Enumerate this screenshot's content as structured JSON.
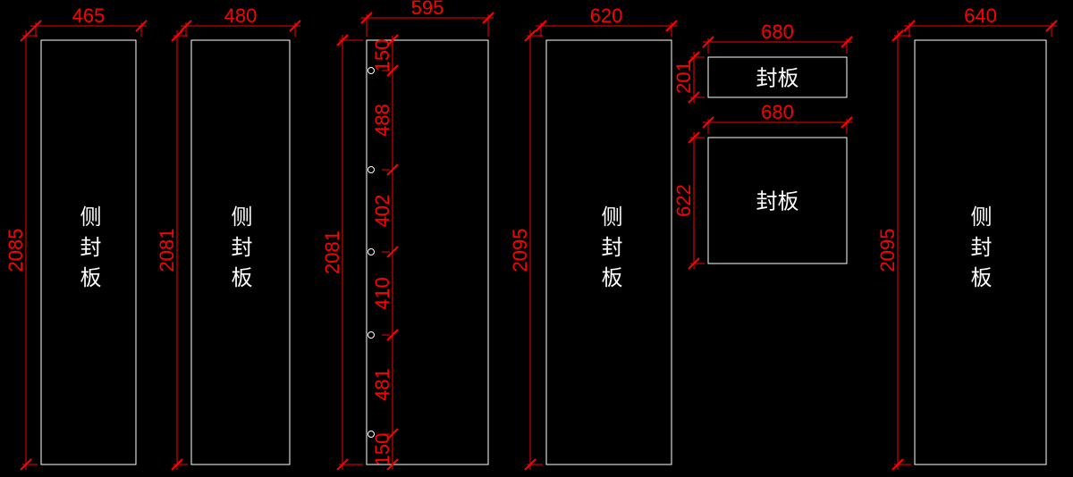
{
  "colors": {
    "background": "#000000",
    "outline": "#ffffff",
    "dimension": "#ff0000"
  },
  "panels": [
    {
      "label": "侧封板",
      "width": "465",
      "height": "2085"
    },
    {
      "label": "侧封板",
      "width": "480",
      "height": "2081"
    },
    {
      "width": "595",
      "height": "2081",
      "segments": [
        "150",
        "488",
        "402",
        "410",
        "481",
        "150"
      ]
    },
    {
      "label": "侧封板",
      "width": "620",
      "height": "2095"
    },
    {
      "label": "封板",
      "width": "680",
      "height": "201"
    },
    {
      "label": "封板",
      "width": "680",
      "height": "622"
    },
    {
      "label": "侧封板",
      "width": "640",
      "height": "2095"
    }
  ]
}
